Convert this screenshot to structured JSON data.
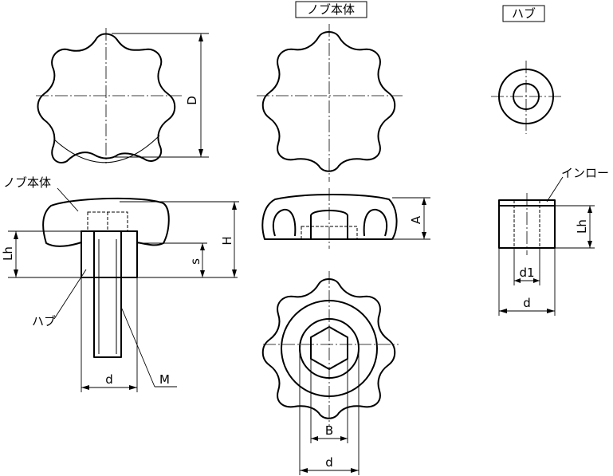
{
  "views": {
    "knob_body_label": "ノブ本体",
    "hub_label": "ハブ"
  },
  "annotations": {
    "knob_body": "ノブ本体",
    "hub": "ハブ",
    "spigot": "インロー"
  },
  "dimensions": {
    "D": "D",
    "H": "H",
    "Lh_left": "Lh",
    "s": "s",
    "d_left": "d",
    "M": "M",
    "A": "A",
    "B": "B",
    "d_center": "d",
    "Lh_right": "Lh",
    "d1": "d1",
    "d_right": "d"
  }
}
